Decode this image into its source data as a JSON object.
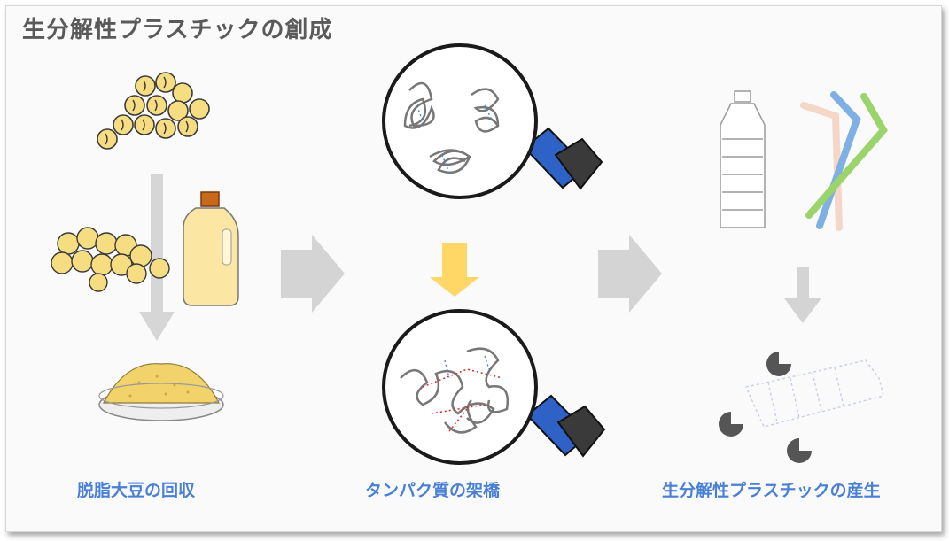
{
  "title": "生分解性プラスチックの創成",
  "captions": {
    "soy": "脱脂大豆の回収",
    "protein": "タンパク質の架橋",
    "plastic": "生分解性プラスチックの産生"
  },
  "colors": {
    "caption": "#4a7fd6",
    "title": "#5a5a5a",
    "arrow_gray": "#d4d4d4",
    "arrow_yellow": "#ffd766",
    "soy": "#f7dd82",
    "oil": "#fbe7a3"
  }
}
